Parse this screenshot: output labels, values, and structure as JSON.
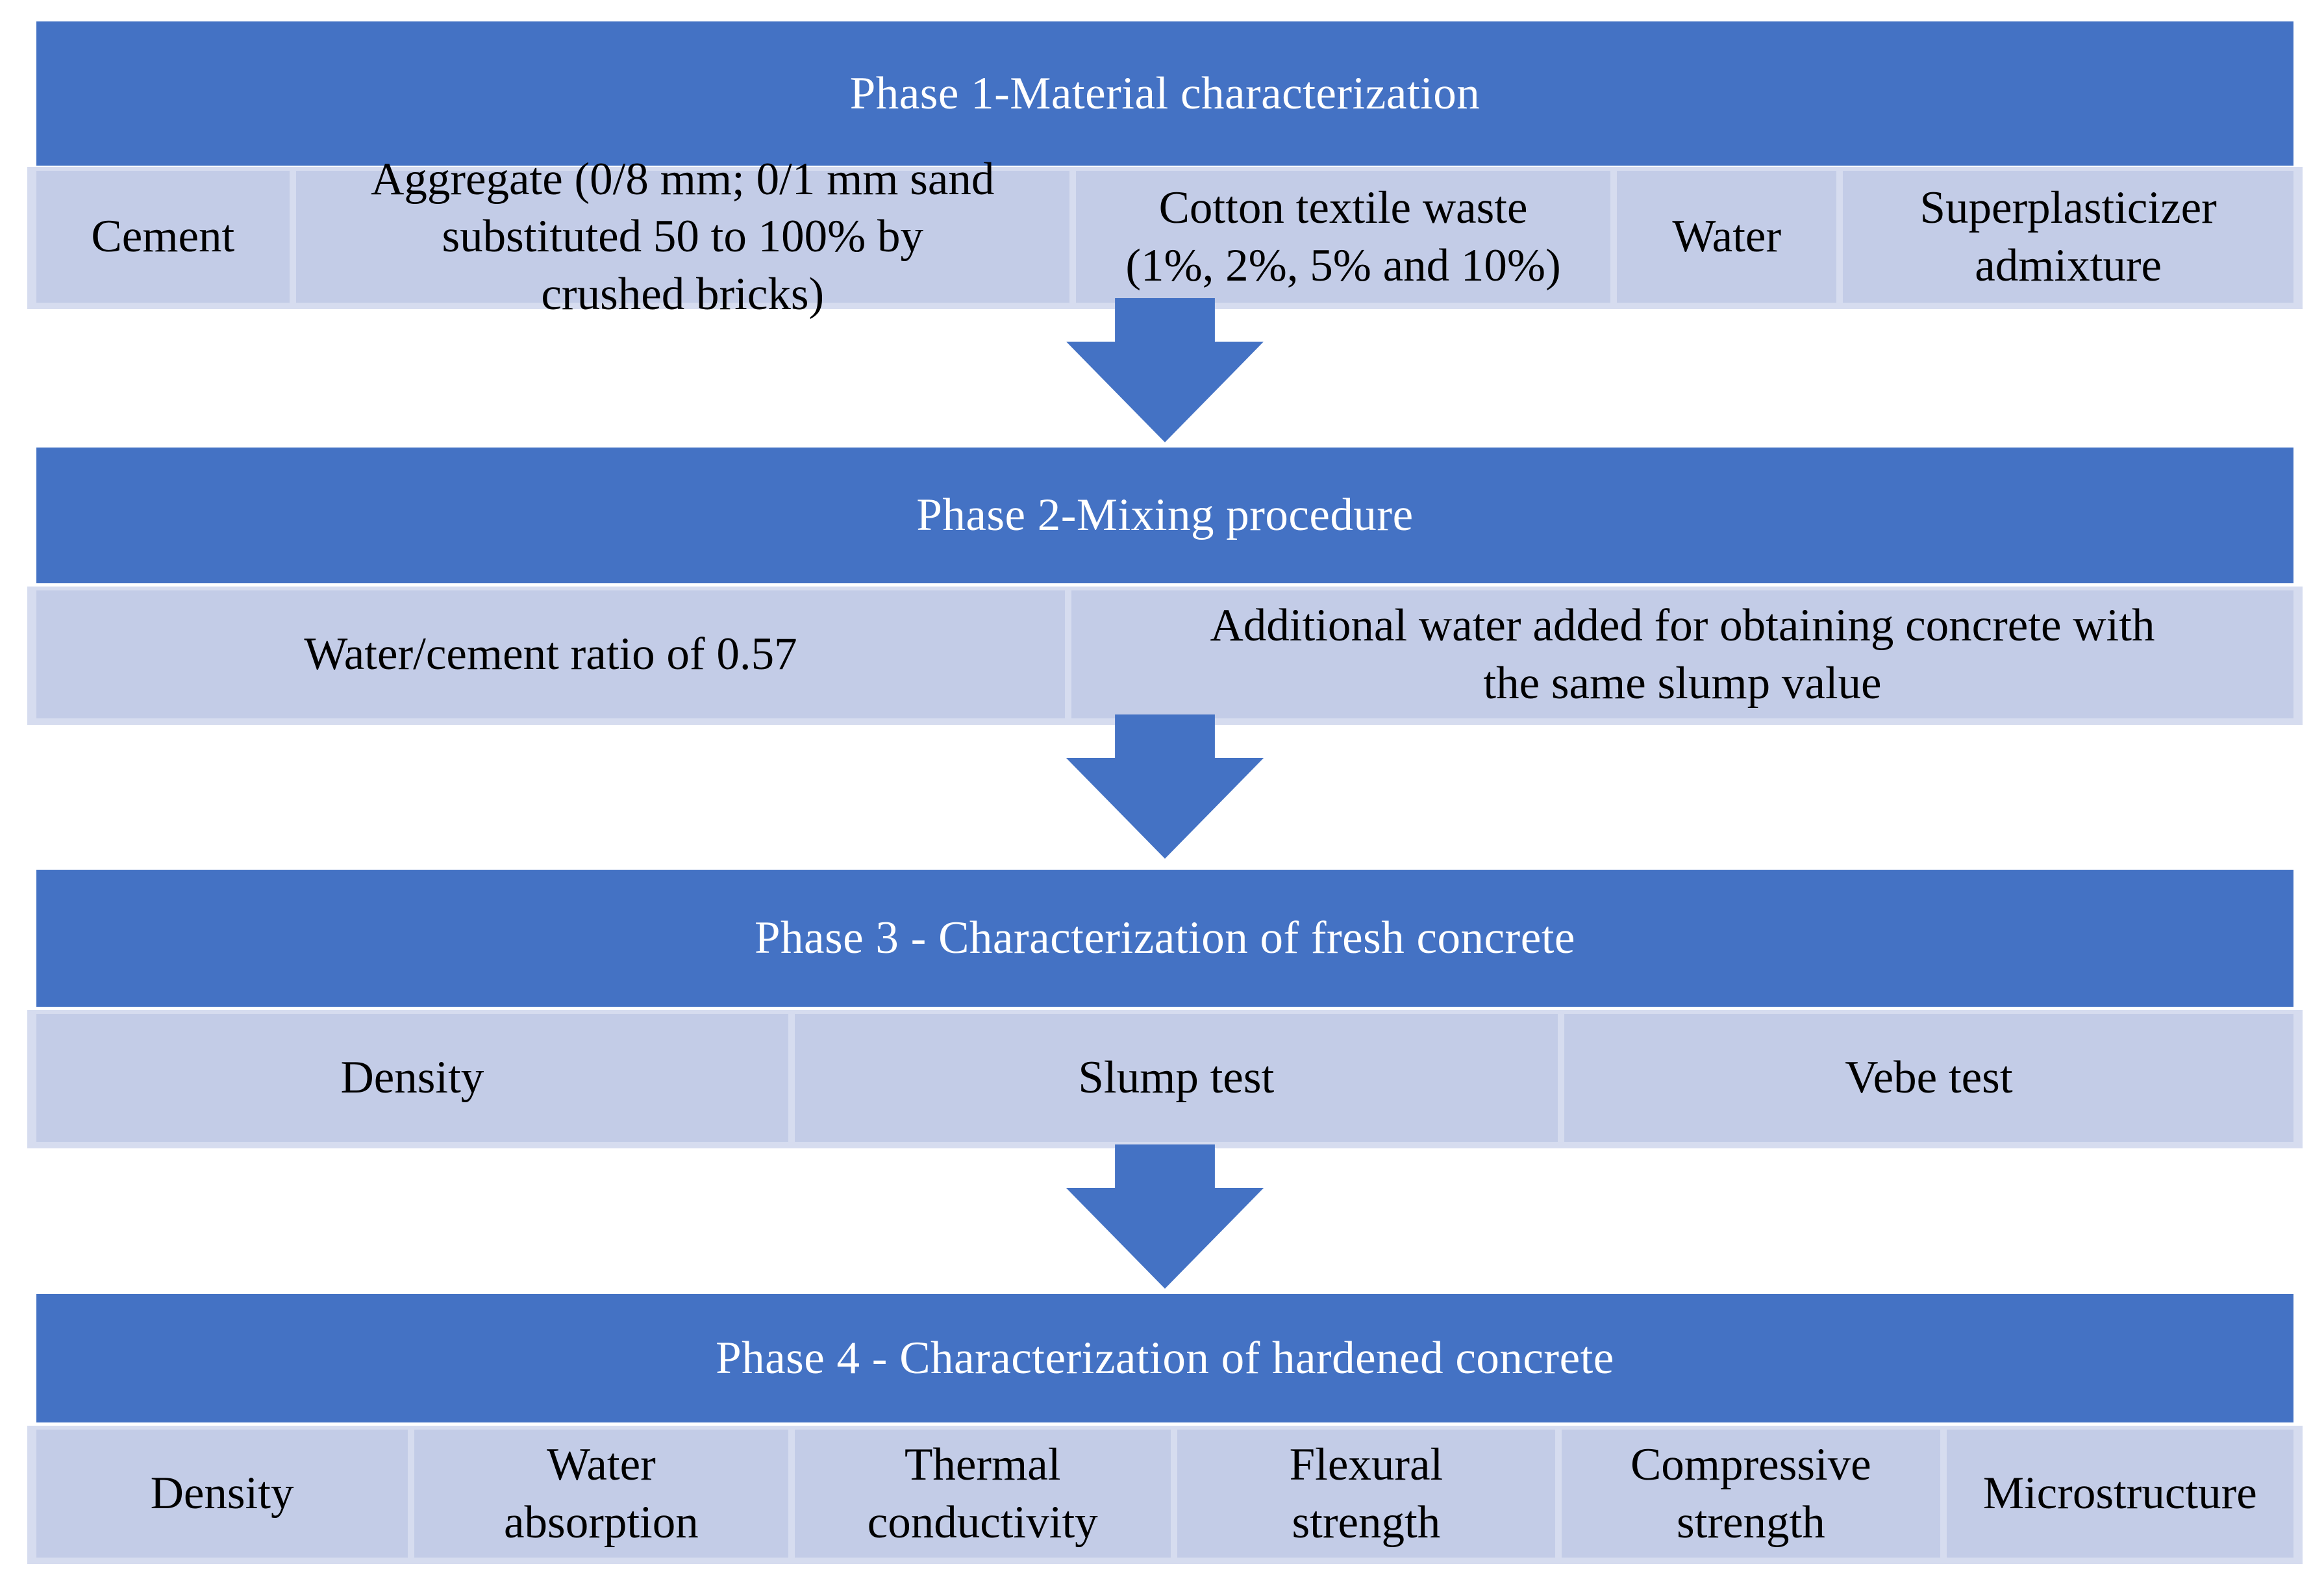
{
  "colors": {
    "header_blue": "#4472C4",
    "cell_blue": "#C3CCE7",
    "divider_light": "#D6DCEF",
    "arrow_blue": "#4472C4",
    "header_text": "#FFFFFF",
    "cell_text": "#000000",
    "background": "#FFFFFF"
  },
  "arrows": {
    "count": 3,
    "direction": "down"
  },
  "phases": [
    {
      "title": "Phase 1-Material characterization",
      "cells": [
        {
          "label": "Cement"
        },
        {
          "label": "Aggregate (0/8 mm; 0/1 mm sand\nsubstituted 50 to 100% by\ncrushed bricks)"
        },
        {
          "label": "Cotton textile waste\n(1%, 2%, 5% and 10%)"
        },
        {
          "label": "Water"
        },
        {
          "label": "Superplasticizer\nadmixture"
        }
      ]
    },
    {
      "title": "Phase 2-Mixing procedure",
      "cells": [
        {
          "label": "Water/cement ratio of 0.57"
        },
        {
          "label": "Additional water added for obtaining concrete with\nthe same slump value"
        }
      ]
    },
    {
      "title": "Phase 3 - Characterization of fresh concrete",
      "cells": [
        {
          "label": "Density"
        },
        {
          "label": "Slump test"
        },
        {
          "label": "Vebe test"
        }
      ]
    },
    {
      "title": "Phase 4 - Characterization of hardened concrete",
      "cells": [
        {
          "label": "Density"
        },
        {
          "label": "Water\nabsorption"
        },
        {
          "label": "Thermal\nconductivity"
        },
        {
          "label": "Flexural\nstrength"
        },
        {
          "label": "Compressive\nstrength"
        },
        {
          "label": "Microstructure"
        }
      ]
    }
  ]
}
